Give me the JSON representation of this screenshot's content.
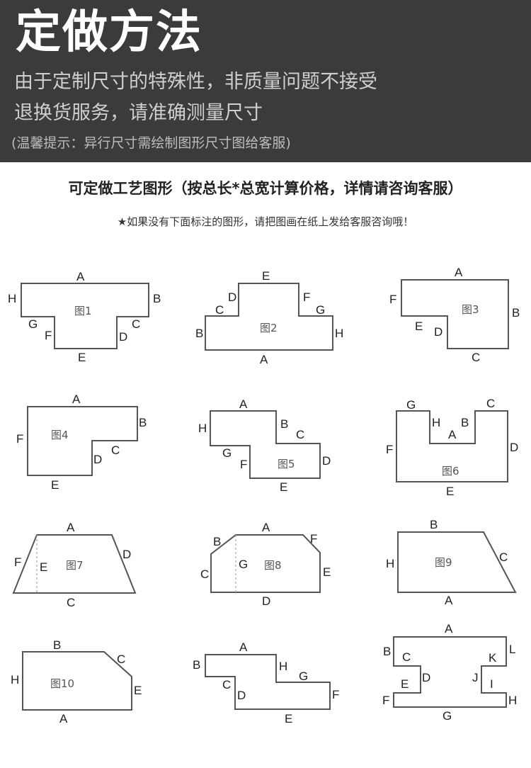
{
  "header": {
    "title": "定做方法",
    "line1": "由于定制尺寸的特殊性，非质量问题不接受",
    "line2": "退换货服务，请准确测量尺寸",
    "tip": "(温馨提示：异行尺寸需绘制图形尺寸图给客服)"
  },
  "section": {
    "title": "可定做工艺图形（按总长*总宽计算价格，详情请咨询客服）",
    "note": "如果没有下面标注的图形，请把图画在纸上发给客服咨询哦！",
    "star": "★"
  },
  "shapes": [
    {
      "name": "图1",
      "labels": [
        "A",
        "B",
        "C",
        "D",
        "E",
        "F",
        "G",
        "H"
      ]
    },
    {
      "name": "图2",
      "labels": [
        "E",
        "D",
        "C",
        "B",
        "A",
        "F",
        "G",
        "H"
      ]
    },
    {
      "name": "图3",
      "labels": [
        "A",
        "B",
        "C",
        "D",
        "E",
        "F"
      ]
    },
    {
      "name": "图4",
      "labels": [
        "A",
        "B",
        "C",
        "D",
        "E",
        "F"
      ]
    },
    {
      "name": "图5",
      "labels": [
        "A",
        "B",
        "C",
        "D",
        "E",
        "F",
        "G",
        "H"
      ]
    },
    {
      "name": "图6",
      "labels": [
        "G",
        "H",
        "A",
        "B",
        "C",
        "D",
        "E",
        "F"
      ]
    },
    {
      "name": "图7",
      "labels": [
        "A",
        "D",
        "C",
        "F",
        "E"
      ]
    },
    {
      "name": "图8",
      "labels": [
        "B",
        "A",
        "F",
        "C",
        "G",
        "E",
        "D"
      ]
    },
    {
      "name": "图9",
      "labels": [
        "B",
        "C",
        "H",
        "A"
      ]
    },
    {
      "name": "图10",
      "labels": [
        "B",
        "C",
        "H",
        "E",
        "A"
      ]
    },
    {
      "name": "",
      "labels": [
        "A",
        "B",
        "H",
        "G",
        "C",
        "D",
        "F",
        "E"
      ]
    },
    {
      "name": "",
      "labels": [
        "A",
        "B",
        "C",
        "D",
        "E",
        "F",
        "G",
        "L",
        "K",
        "J",
        "I",
        "H"
      ]
    }
  ]
}
